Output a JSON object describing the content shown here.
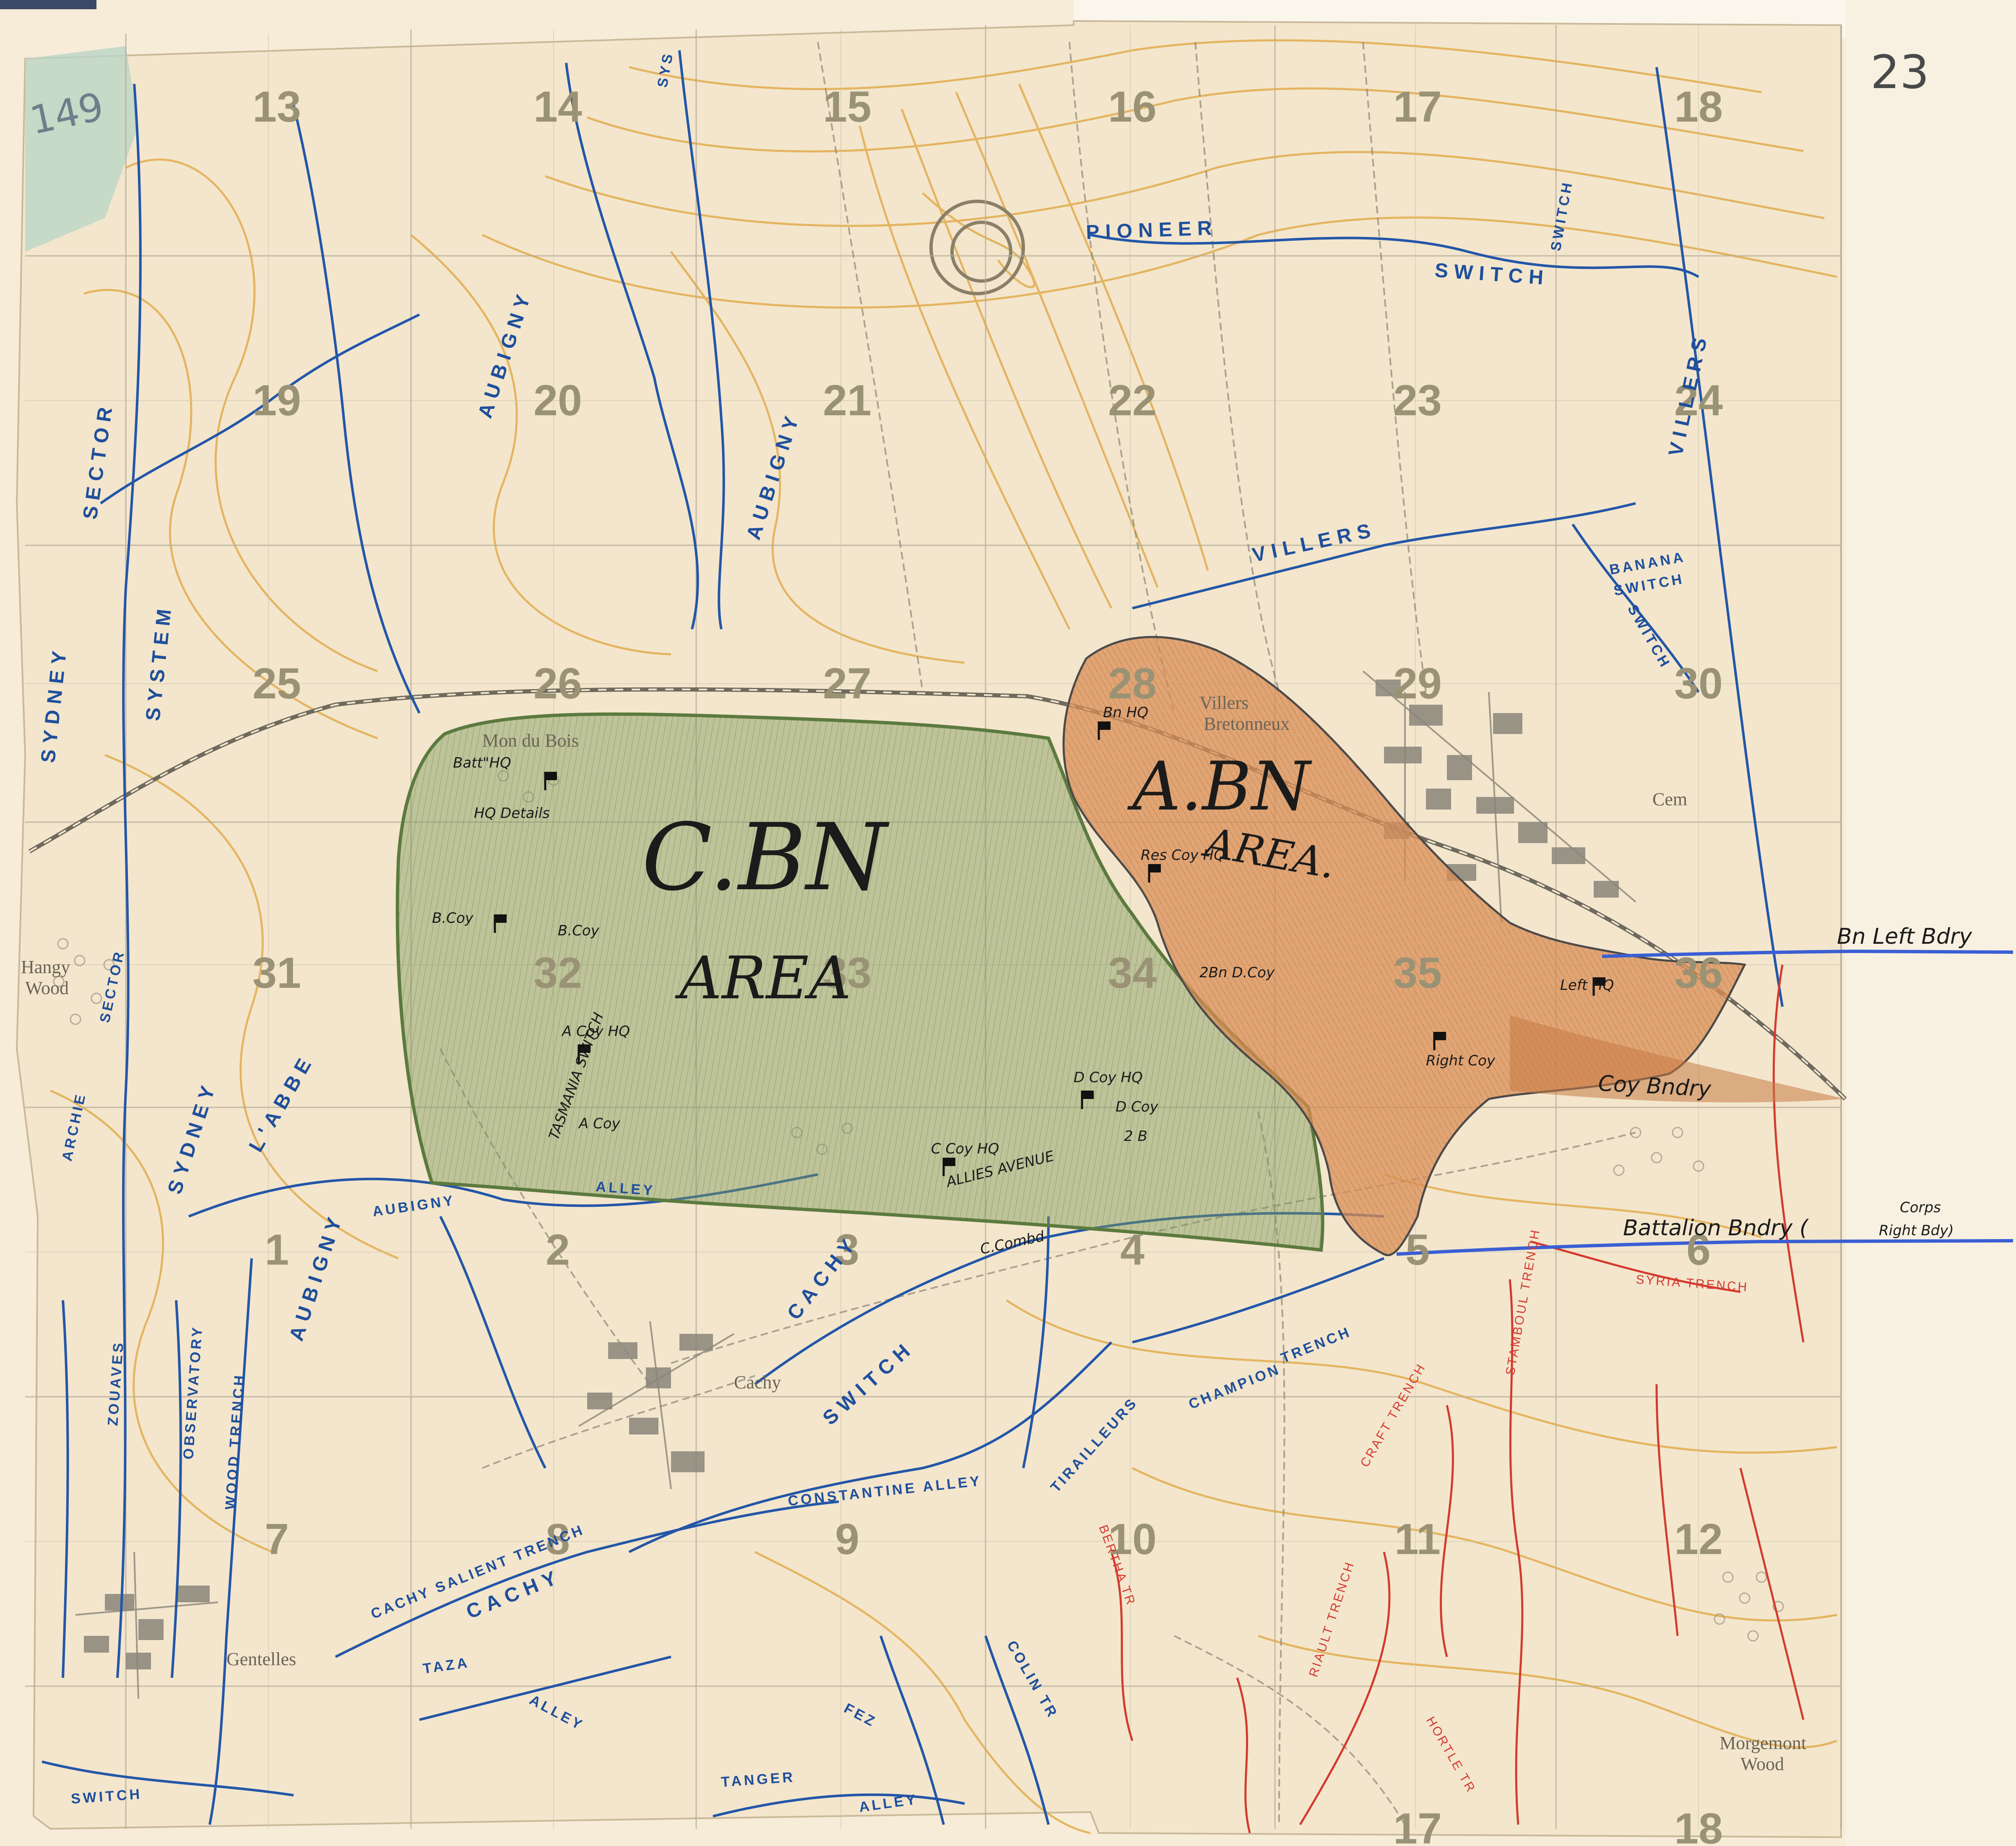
{
  "sheet": {
    "corner_number": "149",
    "page_number": "23"
  },
  "map_squares": {
    "row1": [
      "13",
      "14",
      "15",
      "16",
      "17",
      "18"
    ],
    "row2": [
      "19",
      "20",
      "21",
      "22",
      "23",
      "24"
    ],
    "row3": [
      "25",
      "26",
      "27",
      "28",
      "29",
      "30"
    ],
    "row4": [
      "31",
      "32",
      "33",
      "34",
      "35",
      "36"
    ],
    "row5": [
      "1",
      "2",
      "3",
      "4",
      "5",
      "6"
    ],
    "row6": [
      "7",
      "8",
      "9",
      "10",
      "11",
      "12"
    ],
    "row7": [
      "",
      "",
      "",
      "",
      "17",
      "18"
    ]
  },
  "trench_names": {
    "pioneer": "PIONEER",
    "switch_top": "SWITCH",
    "villers_top": "VILLERS",
    "villers_mid": "VILLERS",
    "banana": "BANANA",
    "banana_switch": "SWITCH",
    "switch_right": "SWITCH",
    "aubigny_top": "AUBIGNY",
    "aubigny_mid": "AUBIGNY",
    "sys": "SYS",
    "aubigny_left": "AUBIGNY",
    "sydney_sector": "SECTOR",
    "sydney_upper": "SYDNEY",
    "system_left": "SYSTEM",
    "sydney_lower": "SYDNEY",
    "labbe": "L'ABBE",
    "archie": "ARCHIE",
    "sector_lower": "SECTOR",
    "aubigny_alley": "AUBIGNY",
    "alley_word": "ALLEY",
    "cachy_switch": "CACHY",
    "switch_word": "SWITCH",
    "champion": "CHAMPION",
    "trench_word": "TRENCH",
    "tirailleurs": "TIRAILLEURS",
    "constantine": "CONSTANTINE ALLEY",
    "cachy_salient": "CACHY SALIENT TRENCH",
    "cachy_big": "CACHY",
    "taza": "TAZA",
    "taza_alley": "ALLEY",
    "tanger": "TANGER",
    "tanger_alley": "ALLEY",
    "fez": "FEZ",
    "colin": "COLIN TR",
    "zouaves": "ZOUAVES",
    "observatory": "OBSERVATORY",
    "wood_trench": "WOOD TRENCH",
    "switch_bottom": "SWITCH",
    "riault": "RIAULT TRENCH",
    "craft": "CRAFT TRENCH",
    "syria": "SYRIA TRENCH",
    "hortle": "HORTLE TR",
    "bertha": "BERTHA TR",
    "stambo": "STAMBOUL TRENCH"
  },
  "places": {
    "villers": "Villers",
    "bretonneux": "Bretonneux",
    "cachy": "Cachy",
    "gentelles": "Gentelles",
    "morgemont": "Morgemont",
    "morgemont_wood": "Wood",
    "hangy": "Hangy",
    "hangy_wood": "Wood",
    "mon_du_bois": "Mon du Bois",
    "cem": "Cem"
  },
  "annotations": {
    "c_bn": "C.BN",
    "c_bn_area": "AREA",
    "a_bn": "A.BN",
    "a_bn_area": "AREA.",
    "batt_hq": "Batt\"HQ",
    "hq_details": "HQ Details",
    "b_coy": "B.Coy",
    "bn_hq": "Bn HQ",
    "res_coy_hq": "Res Coy HQ",
    "two_bn_d_coy": "2Bn D.Coy",
    "left_hq": "Left HQ",
    "right_coy": "Right Coy",
    "a_coy_hq": "A Coy HQ",
    "a_coy": "A Coy",
    "d_coy_hq": "D Coy HQ",
    "d_coy": "D Coy",
    "two_b": "2 B",
    "c_coy_hq": "C Coy HQ",
    "c_coy_combined": "C.Combd",
    "tasmania": "TASMANIA SWITCH",
    "allies_avenue": "ALLIES AVENUE",
    "bn_left_bdry": "Bn Left Bdry",
    "coy_bndry": "Coy Bndry",
    "battalion_bndry": "Battalion Bndry (",
    "corps_line1": "Corps",
    "corps_line2": "Right Bdy)"
  },
  "colors": {
    "paper": "#f3e6cd",
    "contour": "#e0a43c",
    "trench_blue": "#2356a8",
    "enemy_red": "#d43a2f",
    "c_bn_area_fill": "#7f9a5c",
    "a_bn_area_fill": "#d98f57",
    "boundary_blue": "#3a5ed4",
    "grid": "#b4ab98"
  },
  "icons": {
    "hq_flag": "flag-icon",
    "village": "village-blocks"
  }
}
